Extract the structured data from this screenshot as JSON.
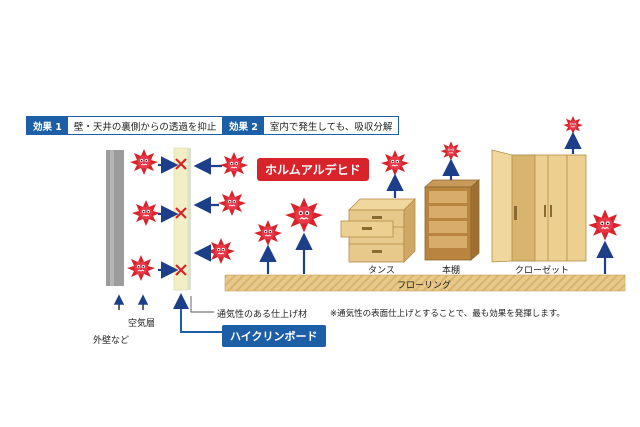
{
  "effects": [
    {
      "tag": "効果 1",
      "text": "壁・天井の裏側からの透過を抑止"
    },
    {
      "tag": "効果 2",
      "text": "室内で発生しても、吸収分解"
    }
  ],
  "formaldehyde_label": "ホルムアルデヒド",
  "furniture": {
    "tansu": "タンス",
    "hondana": "本棚",
    "closet": "クローゼット"
  },
  "flooring_label": "フローリング",
  "wall_labels": {
    "exterior": "外壁など",
    "air_layer": "空気層",
    "finish": "通気性のある仕上げ材",
    "note": "※通気性の表面仕上げとすることで、最も効果を発揮します。"
  },
  "product_label": "ハイクリンボード",
  "colors": {
    "accent_blue": "#1d5fa6",
    "accent_red": "#d8232a",
    "wood": "#e7c98b"
  }
}
